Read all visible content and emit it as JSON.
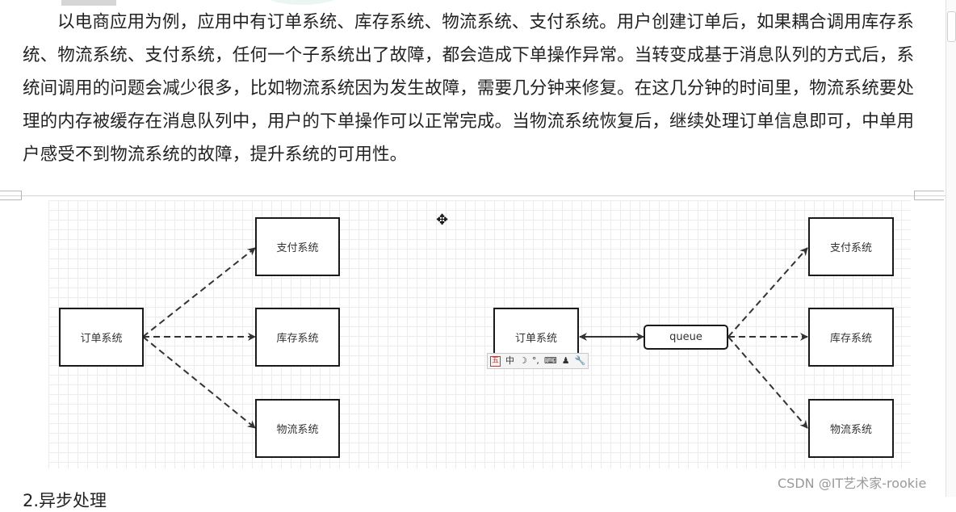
{
  "article": {
    "paragraph": "以电商应用为例，应用中有订单系统、库存系统、物流系统、支付系统。用户创建订单后，如果耦合调用库存系统、物流系统、支付系统，任何一个子系统出了故障，都会造成下单操作异常。当转变成基于消息队列的方式后，系统间调用的问题会减少很多，比如物流系统因为发生故障，需要几分钟来修复。在这几分钟的时间里，物流系统要处理的内存被缓存在消息队列中，用户的下单操作可以正常完成。当物流系统恢复后，继续处理订单信息即可，中单用户感受不到物流系统的故障，提升系统的可用性。",
    "next_heading": "2.异步处理"
  },
  "diagram": {
    "left": {
      "order": "订单系统",
      "pay": "支付系统",
      "stock": "库存系统",
      "logistics": "物流系统"
    },
    "right": {
      "order": "订单系统",
      "queue": "queue",
      "pay": "支付系统",
      "stock": "库存系统",
      "logistics": "物流系统"
    },
    "line_color": "#333333"
  },
  "ime_toolbar": {
    "items": [
      "中",
      "☽",
      "°,",
      "⌨",
      "♟",
      "🔧"
    ]
  },
  "watermark": "CSDN @IT艺术家-rookie"
}
